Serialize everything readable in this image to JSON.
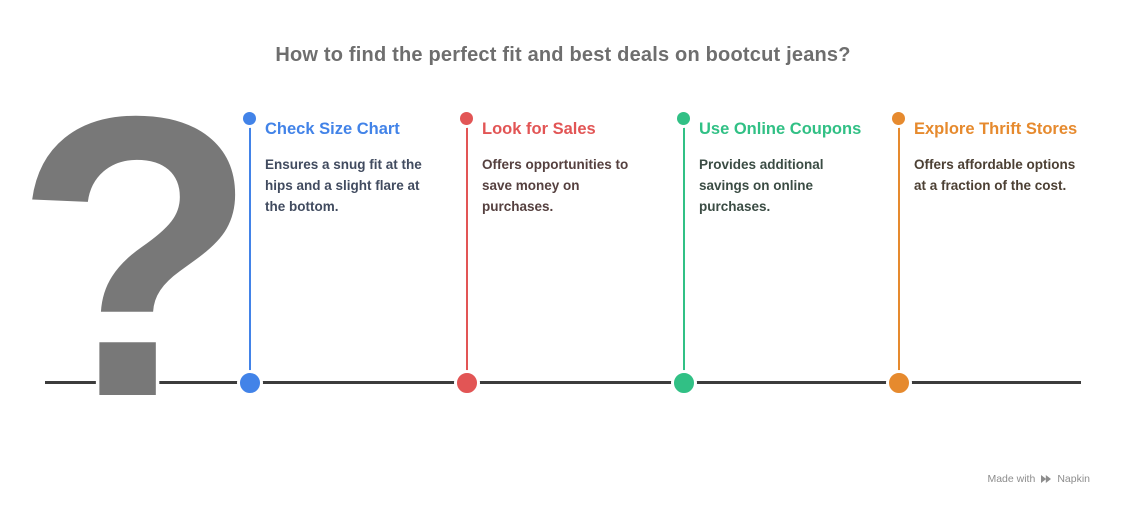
{
  "title": "How to find the perfect fit and best deals on bootcut jeans?",
  "question_mark": "?",
  "question_mark_color": "#787878",
  "timeline_color": "#3c3c3c",
  "steps": [
    {
      "heading": "Check Size Chart",
      "description": "Ensures a snug fit at the hips and a slight flare at the bottom.",
      "accent": "#4283e8",
      "text_color": "#414b5f"
    },
    {
      "heading": "Look for Sales",
      "description": "Offers opportunities to save money on purchases.",
      "accent": "#e25555",
      "text_color": "#55403f"
    },
    {
      "heading": "Use Online Coupons",
      "description": "Provides additional savings on online purchases.",
      "accent": "#31c085",
      "text_color": "#3b4c44"
    },
    {
      "heading": "Explore Thrift Stores",
      "description": "Offers affordable options at a fraction of the cost.",
      "accent": "#e68a2e",
      "text_color": "#4c4034"
    }
  ],
  "footer": {
    "made_with": "Made with",
    "brand": "Napkin"
  }
}
